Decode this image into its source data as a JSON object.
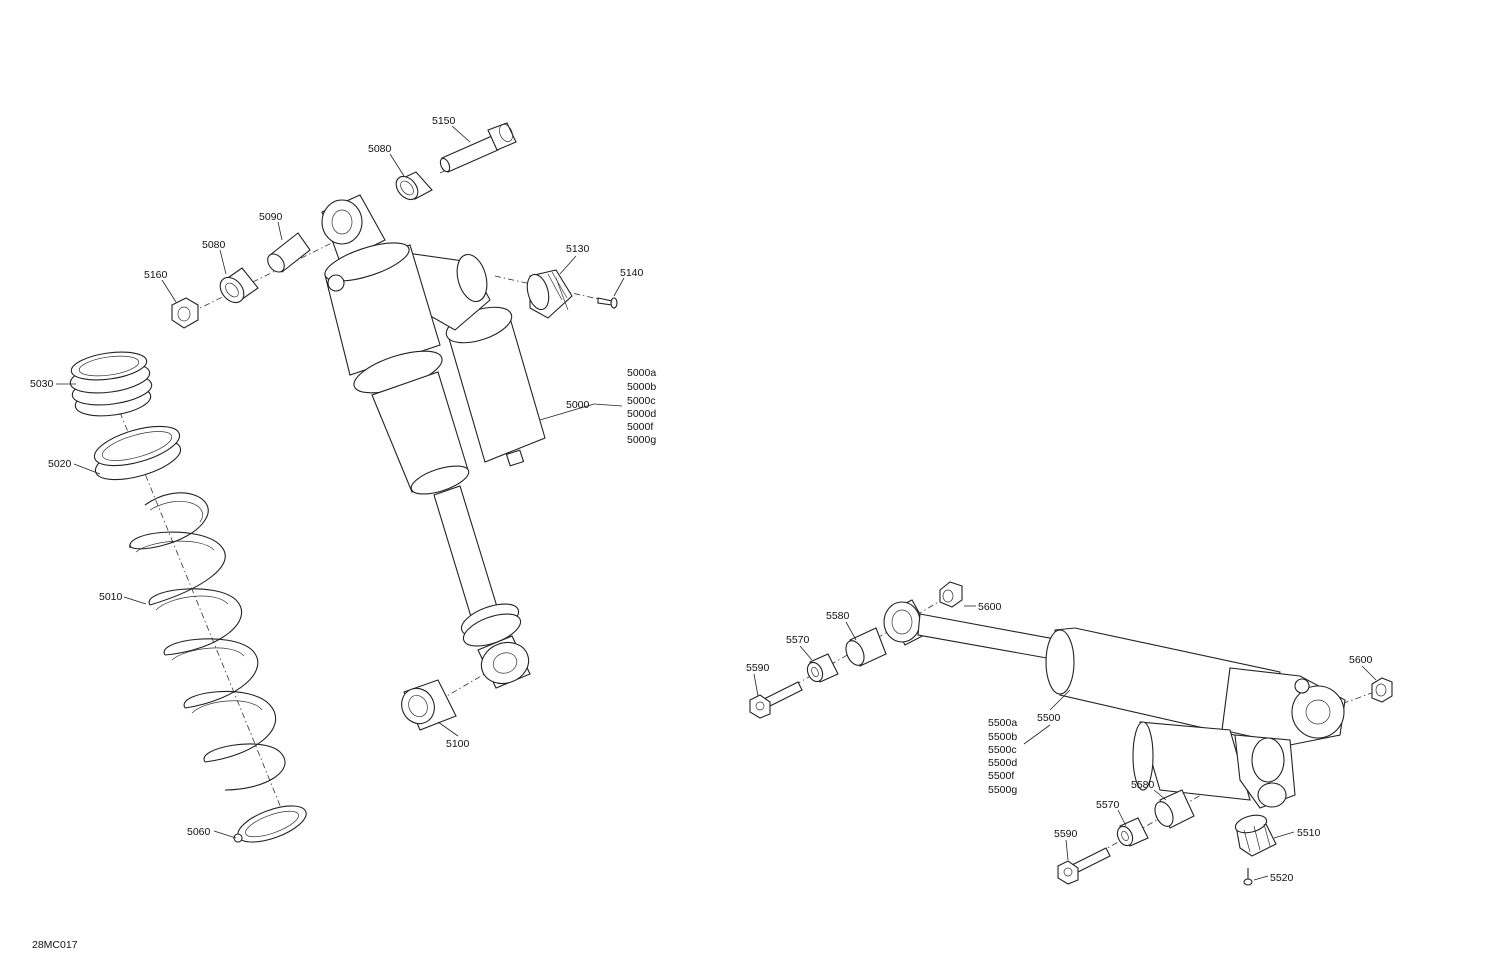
{
  "drawing_id": "28MC017",
  "callouts": {
    "c5150": "5150",
    "c5080a": "5080",
    "c5090": "5090",
    "c5080b": "5080",
    "c5160": "5160",
    "c5130": "5130",
    "c5140": "5140",
    "c5000": "5000",
    "c5000_variants": [
      "5000a",
      "5000b",
      "5000c",
      "5000d",
      "5000f",
      "5000g"
    ],
    "c5030": "5030",
    "c5020": "5020",
    "c5010": "5010",
    "c5060": "5060",
    "c5100": "5100",
    "c5600a": "5600",
    "c5580a": "5580",
    "c5570a": "5570",
    "c5590a": "5590",
    "c5600b": "5600",
    "c5500": "5500",
    "c5500_variants": [
      "5500a",
      "5500b",
      "5500c",
      "5500d",
      "5500f",
      "5500g"
    ],
    "c5580b": "5580",
    "c5570b": "5570",
    "c5590b": "5590",
    "c5510": "5510",
    "c5520": "5520"
  }
}
